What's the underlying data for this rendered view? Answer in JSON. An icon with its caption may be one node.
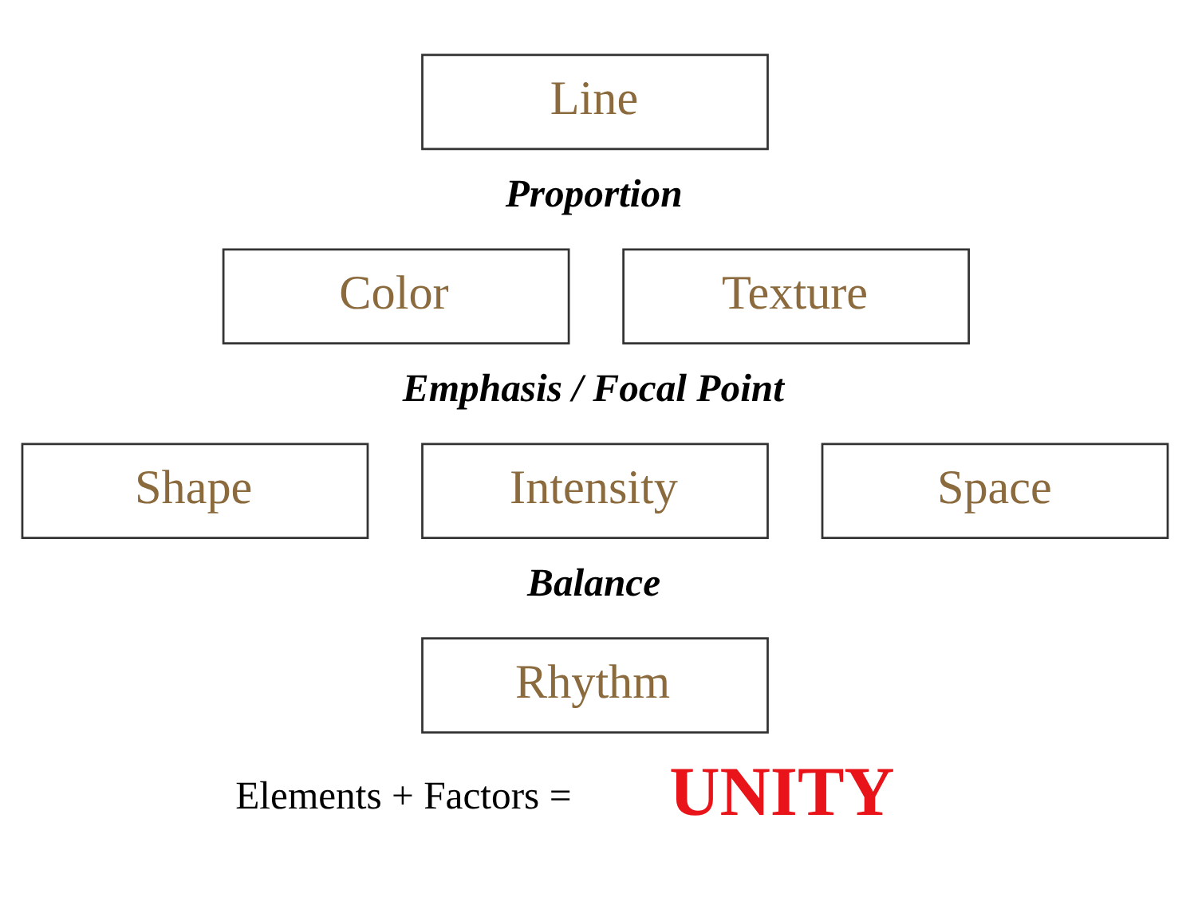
{
  "diagram": {
    "nodes": [
      {
        "text": [
          "Line"
        ]
      },
      {
        "text": [
          "Color"
        ]
      },
      {
        "text": [
          "Texture"
        ]
      },
      {
        "text": [
          "Shape"
        ]
      },
      {
        "text": [
          "Intensity"
        ]
      },
      {
        "text": [
          "Space"
        ]
      },
      {
        "text": [
          "Rhythm"
        ]
      }
    ],
    "labels": [
      "Proportion",
      "Emphasis / Focal Point",
      "Balance",
      "Elements + Factors =",
      "UNITY"
    ]
  }
}
